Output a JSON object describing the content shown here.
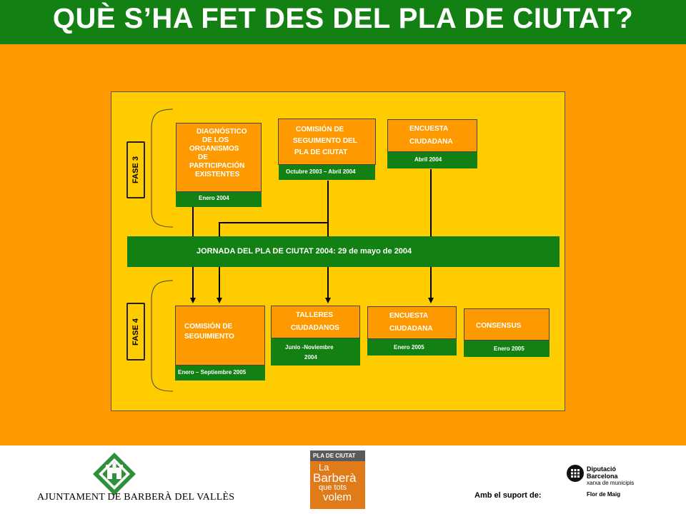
{
  "header": {
    "title": "QUÈ S’HA FET DES DEL PLA DE CIUTAT?"
  },
  "colors": {
    "green": "#138013",
    "orange": "#FF9900",
    "yellow": "#FFCC00"
  },
  "fase3": {
    "label": "FASE 3",
    "diagnostico": {
      "lines": [
        "DIAGNÓSTICO",
        "DE LOS",
        "ORGANISMOS",
        "DE",
        "PARTICIPACIÓN",
        "EXISTENTES"
      ],
      "date": "Enero 2004"
    },
    "comision": {
      "lines": [
        "COMISIÓN DE",
        "SEGUIMENTO DEL",
        "PLA DE CIUTAT"
      ],
      "date": "Octubre 2003 – Abril 2004"
    },
    "encuesta": {
      "lines": [
        "ENCUESTA",
        "CIUDADANA"
      ],
      "date": "Abril 2004"
    }
  },
  "jornada": "JORNADA DEL PLA DE CIUTAT 2004: 29 de mayo de 2004",
  "fase4": {
    "label": "FASE 4",
    "comision": {
      "lines": [
        "COMISIÓN DE",
        "SEGUIMIENTO"
      ],
      "date": "Enero – Septiembre 2005"
    },
    "talleres": {
      "lines": [
        "TALLERES",
        "CIUDADANOS"
      ],
      "date_lines": [
        "Junio -Noviembre",
        "2004"
      ]
    },
    "encuesta": {
      "lines": [
        "ENCUESTA",
        "CIUDADANA"
      ],
      "date": "Enero  2005"
    },
    "consensus": {
      "lines": [
        "CONSENSUS"
      ],
      "date": "Enero 2005"
    }
  },
  "footer": {
    "ajuntament": "AJUNTAMENT DE BARBERÀ DEL VALLÈS",
    "pla_logo": {
      "header": "PLA DE CIUTAT",
      "lines": [
        "La",
        "Barberà",
        "que tots",
        "volem"
      ]
    },
    "suport": "Amb el suport de:",
    "diputacio": {
      "lines": [
        "Diputació",
        "Barcelona",
        "xarxa de municipis"
      ],
      "sub": "Flor de Maig"
    }
  }
}
